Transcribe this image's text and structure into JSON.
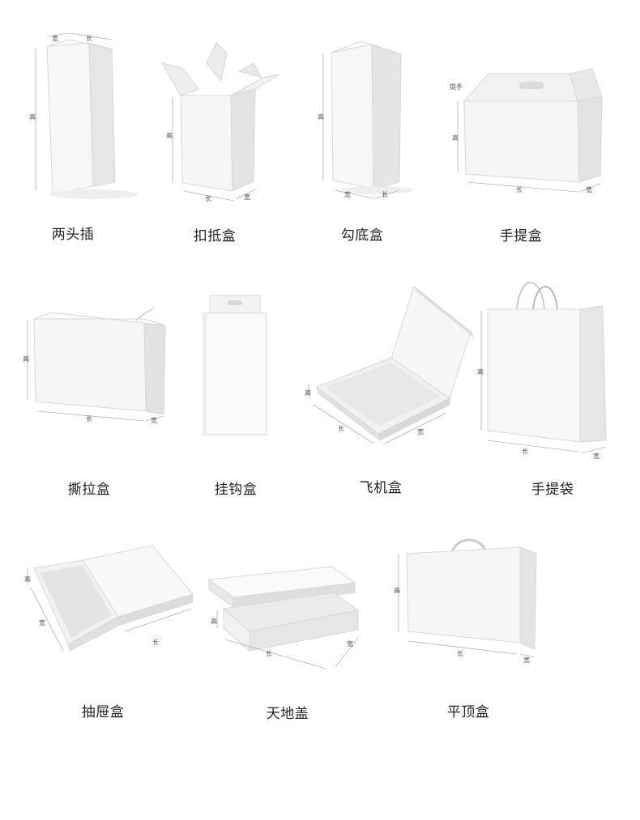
{
  "boxes": [
    {
      "name": "两头插",
      "dims": {
        "w": "宽",
        "l": "长",
        "h": "高"
      }
    },
    {
      "name": "扣抵盒",
      "dims": {
        "w": "宽",
        "l": "长",
        "h": "高"
      }
    },
    {
      "name": "勾底盒",
      "dims": {
        "w": "宽",
        "l": "长",
        "h": "高"
      }
    },
    {
      "name": "手提盒",
      "dims": {
        "w": "宽",
        "l": "长",
        "h": "高",
        "handle": "提手"
      }
    },
    {
      "name": "撕拉盒",
      "dims": {
        "w": "宽",
        "l": "长",
        "h": "高"
      }
    },
    {
      "name": "挂钩盒",
      "dims": {}
    },
    {
      "name": "飞机盒",
      "dims": {
        "w": "宽",
        "l": "长",
        "h": "高"
      }
    },
    {
      "name": "手提袋",
      "dims": {
        "w": "宽",
        "l": "长",
        "h": "高"
      }
    },
    {
      "name": "抽屉盒",
      "dims": {
        "w": "宽",
        "l": "长",
        "h": "高"
      }
    },
    {
      "name": "天地盖",
      "dims": {
        "w": "宽",
        "l": "长",
        "h": "高"
      }
    },
    {
      "name": "平顶盒",
      "dims": {
        "w": "宽",
        "l": "长",
        "h": "高"
      }
    }
  ]
}
